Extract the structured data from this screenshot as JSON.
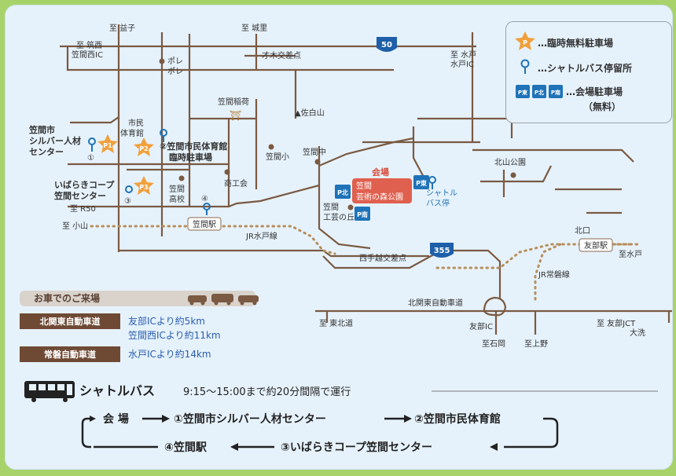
{
  "directions": {
    "mashiko": "至 益子",
    "shiroyama": "至 城里",
    "tsukuba_kasama_nishi": [
      "至 筑西",
      "笠間西IC"
    ],
    "mito_ic": [
      "至 水戸",
      "水戸IC"
    ],
    "oyama": "至 小山",
    "r50": "至 R50",
    "higashi_kita": "至 東北道",
    "ishioka": "至石岡",
    "kamiue": "至上野",
    "tomobe_jct": [
      "至 友部JCT",
      "大洗"
    ],
    "mito_bottom": "至水戸"
  },
  "route_labels": {
    "r50": "50",
    "r355": "355"
  },
  "places": {
    "saiki_kosaten": "才木交差点",
    "pore_pore": [
      "ポレ",
      "ポレ"
    ],
    "kasama_inari": "笠間稲荷",
    "sashirayama": "▲佐白山",
    "silver_center": [
      "笠間市",
      "シルバー人材",
      "センター"
    ],
    "shimin_gym": [
      "市民",
      "体育館"
    ],
    "gym_parking": [
      "②笠間市民体育館",
      "臨時駐車場"
    ],
    "kasama_sho": "笠間小",
    "kasama_chu": "笠間中",
    "shokokai": "商工会",
    "ibaraki_coop": [
      "いばらきコープ",
      "笠間センター"
    ],
    "kasama_koko": [
      "笠間",
      "高校"
    ],
    "kasama_station": "笠間駅",
    "jr_mito_line": "JR水戸線",
    "venue_label": "会場",
    "venue_name": [
      "笠間",
      "芸術の森公園"
    ],
    "shuttle_stop": [
      "シャトル",
      "バス停"
    ],
    "kogei_no_oka": [
      "笠間",
      "工芸の丘"
    ],
    "nishi_kosaten": "西手越交差点",
    "kitayama_park": "北山公園",
    "kitaguchi": "北口",
    "tomobe_station": "友部駅",
    "jr_joban_line": "JR常磐線",
    "kita_kanto_exp": "北関東自動車道",
    "tomobe_ic": "友部IC",
    "marker_1": "①",
    "marker_3": "③",
    "marker_4": "④",
    "shrine": "⛩"
  },
  "markers": {
    "p1": "P1",
    "p2": "P2",
    "p3": "P3",
    "p_kita": "P北",
    "p_higashi": "P東",
    "p_minami": "P南"
  },
  "legend": {
    "temp_parking": "…臨時無料駐車場",
    "bus_stop": "…シャトルバス停留所",
    "venue_parking": "…会場駐車場",
    "venue_parking_note": "（無料）",
    "p_icon": "P",
    "venue_icons": [
      "P東",
      "P北",
      "P南"
    ]
  },
  "access": {
    "title": "お車でのご来場",
    "rows": [
      {
        "name": "北関東自動車道",
        "lines": [
          "友部ICより約5km",
          "笠間西ICより約11km"
        ]
      },
      {
        "name": "常磐自動車道",
        "lines": [
          "水戸ICより約14km"
        ]
      }
    ]
  },
  "shuttle": {
    "title": "シャトルバス",
    "schedule": "9:15〜15:00まで約20分間隔で運行",
    "route": {
      "s0": "会 場",
      "s1": "①笠間市シルバー人材センター",
      "s2": "②笠間市民体育館",
      "s3": "③いばらきコープ笠間センター",
      "s4": "④笠間駅"
    }
  },
  "colors": {
    "card_bg": "#e6f2fb",
    "grass": "#a7d36a",
    "road": "#7a5a42",
    "rail": "#b78d5a",
    "temp_parking": "#f0a03c",
    "venue": "#e0604f",
    "venue_parking": "#1f73b8",
    "route_badge": "#1d5fa8",
    "access_header": "#6e4a35"
  }
}
